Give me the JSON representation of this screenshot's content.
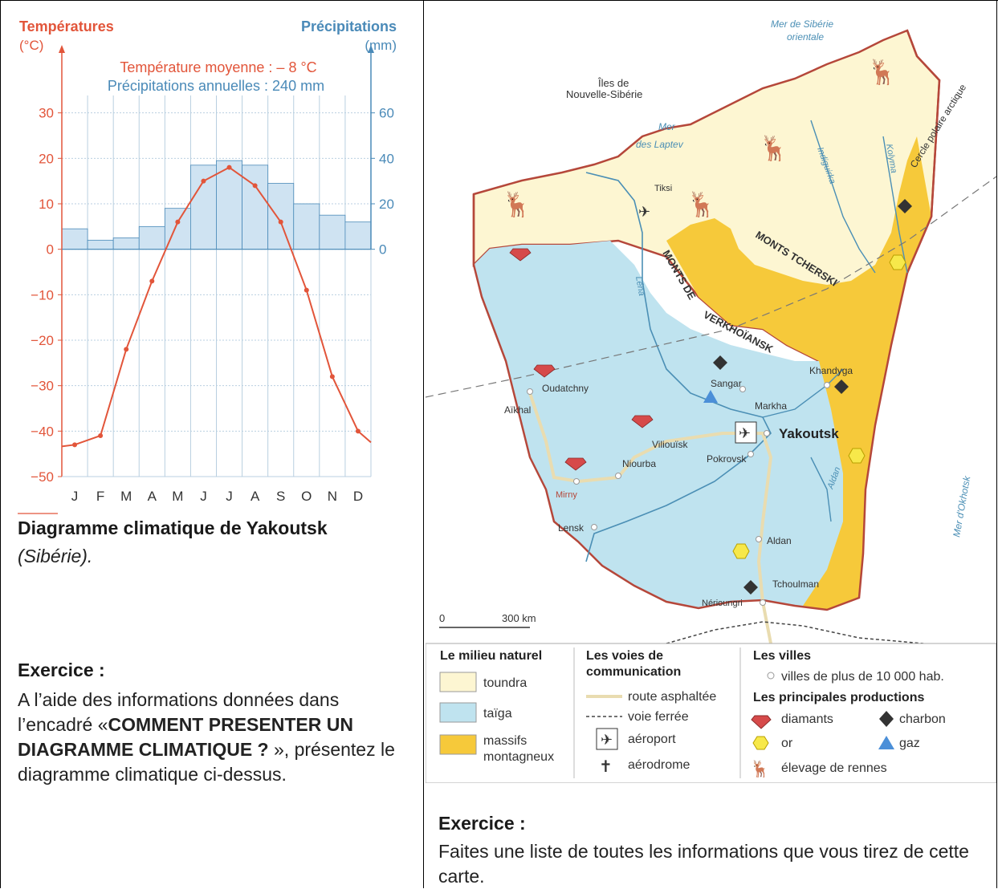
{
  "climate_caption": {
    "title": "Diagramme climatique de Yakoutsk",
    "subtitle": "(Sibérie)."
  },
  "exercise_left": {
    "heading": "Exercice :",
    "text_before": "A l’aide des informations données dans l’encadré «",
    "bold": "COMMENT PRESENTER UN DIAGRAMME CLIMATIQUE ?",
    "text_after": " », présentez le diagramme climatique ci-dessus."
  },
  "exercise_right": {
    "heading": "Exercice :",
    "text": "Faites une liste de toutes les informations que vous tirez de cette carte."
  },
  "chart_data": {
    "type": "bar+line",
    "left_axis": {
      "label_line1": "Températures",
      "label_line2": "(°C)",
      "ylim": [
        -50,
        40
      ],
      "ticks": [
        "30",
        "20",
        "10",
        "0",
        "−10",
        "−20",
        "−30",
        "−40",
        "−50"
      ]
    },
    "right_axis": {
      "label_line1": "Précipitations",
      "label_line2": "(mm)",
      "ylim": [
        0,
        80
      ],
      "ticks": [
        "60",
        "40",
        "20",
        "0"
      ]
    },
    "annotation_temp": "Température moyenne : – 8 °C",
    "annotation_prec": "Précipitations annuelles : 240 mm",
    "categories": [
      "J",
      "F",
      "M",
      "A",
      "M",
      "J",
      "J",
      "A",
      "S",
      "O",
      "N",
      "D"
    ],
    "series": [
      {
        "kind": "bar",
        "values": [
          9,
          4,
          5,
          10,
          18,
          37,
          39,
          37,
          29,
          20,
          15,
          12
        ]
      },
      {
        "kind": "line",
        "values": [
          -43,
          -41,
          -22,
          -7,
          6,
          15,
          18,
          14,
          6,
          -9,
          -28,
          -40
        ]
      }
    ],
    "colors": {
      "temperature": "#e2553a",
      "precipitation": "#cfe3f2",
      "precipitation_axis": "#4a8ab8",
      "grid": "#b9cfe0"
    }
  },
  "map": {
    "labels": {
      "mer_siberie": "Mer de Sibérie",
      "orientale": "orientale",
      "iles1": "Îles de",
      "iles2": "Nouvelle-Sibérie",
      "mer_laptev1": "Mer",
      "mer_laptev2": "des Laptev",
      "tiksi": "Tiksi",
      "lena": "Léna",
      "indiguirka": "Indiguirka",
      "kolyma": "Kolyma",
      "cercle_polaire": "Cercle polaire arctique",
      "monts_tcherski": "MONTS TCHERSKI",
      "monts_verkh1": "MONTS DE",
      "monts_verkh2": "VERKHOÏANSK",
      "sangar": "Sangar",
      "khandyga": "Khandyga",
      "markha": "Markha",
      "yakoutsk": "Yakoutsk",
      "oudatchny": "Oudatchny",
      "aikhal": "Aïkhal",
      "viliouisk": "Viliouïsk",
      "pokrovsk": "Pokrovsk",
      "niourba": "Niourba",
      "mirny": "Mirny",
      "lensk": "Lensk",
      "aldan_river": "Aldan",
      "aldan_city": "Aldan",
      "tchoulman": "Tchoulman",
      "nerioungri": "Nérioungri",
      "mer_okhotsk": "Mer d'Okhotsk",
      "scale_0": "0",
      "scale_300": "300 km"
    },
    "legend": {
      "milieu_title": "Le milieu naturel",
      "toundra": "toundra",
      "taiga": "taïga",
      "massifs1": "massifs",
      "massifs2": "montagneux",
      "voies_title1": "Les voies de",
      "voies_title2": "communication",
      "route": "route asphaltée",
      "voie_ferree": "voie ferrée",
      "aeroport": "aéroport",
      "aerodrome": "aérodrome",
      "villes_title": "Les villes",
      "villes_item": "villes de plus de 10 000 hab.",
      "productions_title": "Les principales productions",
      "diamants": "diamants",
      "charbon": "charbon",
      "or": "or",
      "gaz": "gaz",
      "rennes": "élevage de rennes"
    },
    "colors": {
      "toundra": "#fdf6d2",
      "taiga": "#bfe3ef",
      "massifs": "#f6c93a",
      "sea": "#ffffff",
      "river": "#4b8fb5",
      "border": "#b5473a"
    }
  }
}
